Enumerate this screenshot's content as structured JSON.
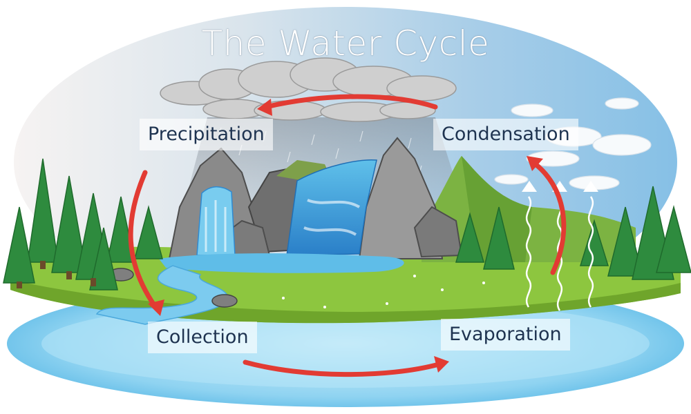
{
  "title": "The Water Cycle",
  "stages": {
    "precipitation": "Precipitation",
    "condensation": "Condensation",
    "collection": "Collection",
    "evaporation": "Evaporation"
  },
  "colors": {
    "sky_top": "#e9eff4",
    "sky_blue": "#8fc3e6",
    "water": "#5fbde8",
    "grass": "#8dc63f",
    "rock": "#8f8f8f",
    "cycle_arrow": "#e23b33",
    "label_text": "#1e3350"
  }
}
